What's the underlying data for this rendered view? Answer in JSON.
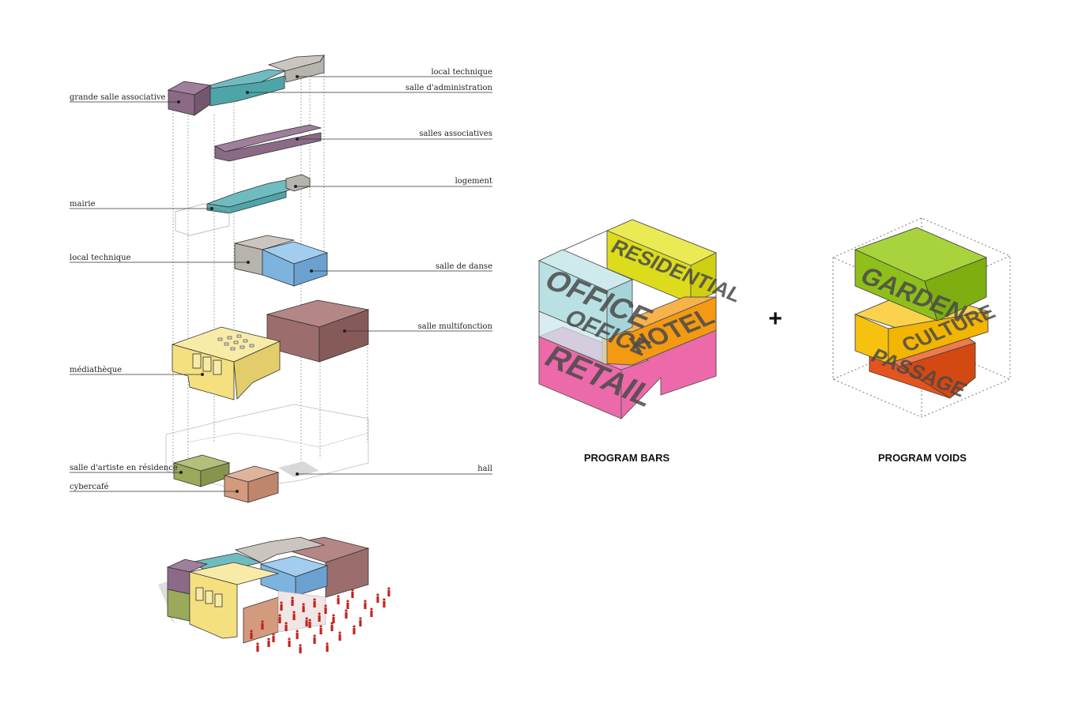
{
  "exploded_axonometric": {
    "labels": {
      "local_technique_top": "local technique",
      "salle_administration": "salle d'administration",
      "grande_salle_associative": "grande salle associative",
      "salles_associatives": "salles associatives",
      "logement": "logement",
      "mairie": "mairie",
      "local_technique_mid": "local technique",
      "salle_de_danse": "salle de danse",
      "salle_multifonction": "salle multifonction",
      "mediatheque": "médiathèque",
      "salle_artiste": "salle d'artiste en résidence",
      "hall": "hall",
      "cybercafe": "cybercafé"
    },
    "colors": {
      "purple": "#8a6a86",
      "teal": "#4ea5a9",
      "gray": "#b7b3ad",
      "blue": "#7db3df",
      "brown": "#9c6d6d",
      "yellow": "#f4e07f",
      "olive": "#9aa95a",
      "terracotta": "#d39a7e",
      "people": "#c3241f"
    }
  },
  "program_bars": {
    "caption": "PROGRAM BARS",
    "blocks": {
      "residential": "RESIDENTIAL",
      "office": "OFFICE",
      "office_ghost": "OFFICE",
      "hotel": "HOTEL",
      "retail": "RETAIL"
    },
    "colors": {
      "residential": "#dcdc1c",
      "office": "#b9e0e3",
      "hotel": "#f39a12",
      "retail": "#ec6aa9"
    }
  },
  "plus_sign": "+",
  "program_voids": {
    "caption": "PROGRAM VOIDS",
    "blocks": {
      "garden": "GARDEN",
      "culture": "CULTURE",
      "passage": "PASSAGE"
    },
    "colors": {
      "garden": "#8fbf1a",
      "culture": "#f7c20f",
      "passage": "#e4541f"
    }
  }
}
